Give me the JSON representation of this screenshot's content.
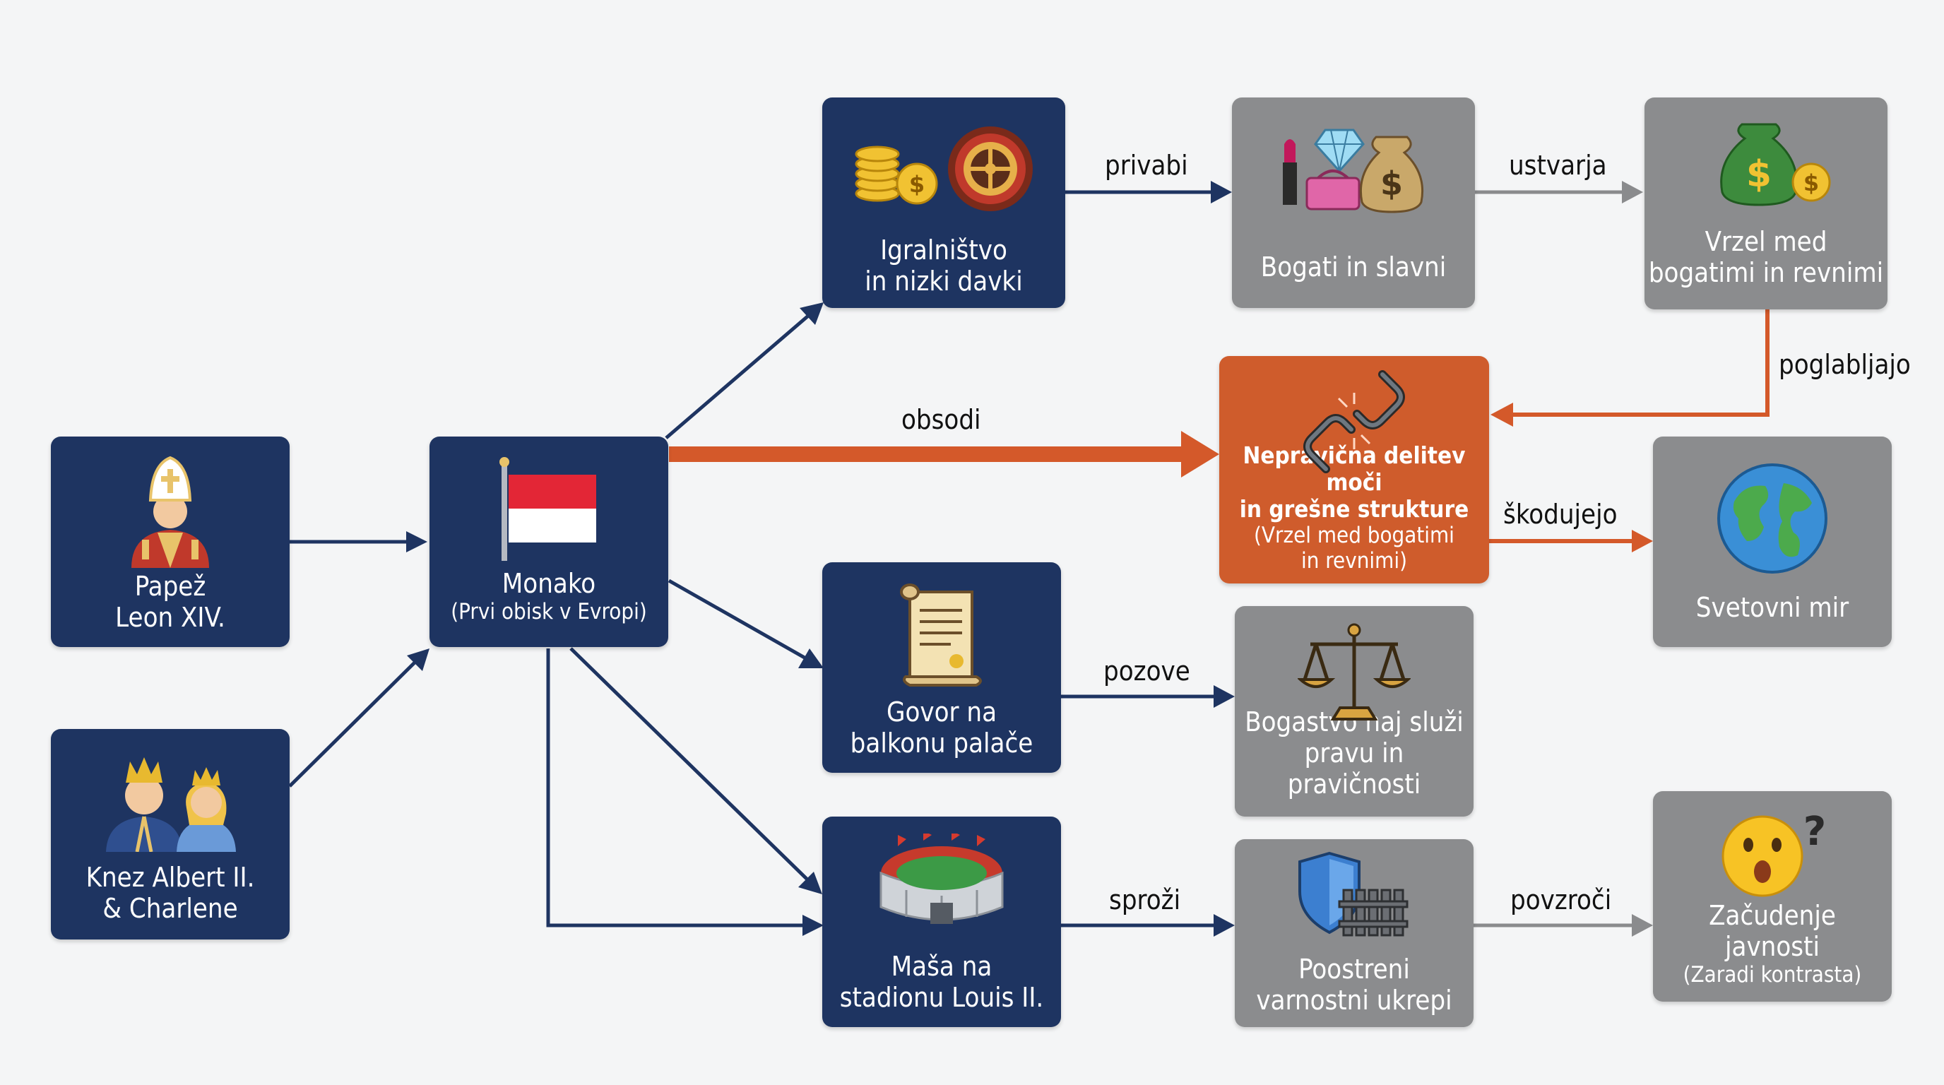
{
  "colors": {
    "navy": "#1e3461",
    "gray": "#8b8c8e",
    "orange": "#cf5c2c",
    "navy_arrow": "#1e3461",
    "gray_arrow": "#8a8b8d",
    "orange_arrow": "#d4592a"
  },
  "nodes": {
    "pope": {
      "label": "Papež\nLeon XIV.",
      "icon": "pope-icon"
    },
    "prince": {
      "label": "Knez Albert II.\n& Charlene",
      "icon": "royal-couple-icon"
    },
    "monaco": {
      "label": "Monako",
      "sub": "(Prvi obisk v Evropi)",
      "icon": "monaco-flag-icon"
    },
    "gambling": {
      "label": "Igralništvo\nin nizki davki",
      "icon": "casino-icon"
    },
    "speech": {
      "label": "Govor na\nbalkonu palače",
      "icon": "scroll-icon"
    },
    "mass": {
      "label": "Maša na\nstadionu Louis II.",
      "icon": "stadium-icon"
    },
    "rich": {
      "label": "Bogati in slavni",
      "icon": "luxury-icon"
    },
    "gap": {
      "label": "Vrzel med\nbogatimi in revnimi",
      "icon": "money-bag-icon"
    },
    "injustice": {
      "label": "Nepravična delitev moči\nin grešne strukture",
      "sub": "(Vrzel med bogatimi\nin revnimi)",
      "icon": "broken-chain-icon"
    },
    "peace": {
      "label": "Svetovni mir",
      "icon": "globe-icon"
    },
    "justice": {
      "label": "Bogastvo naj služi\npravu in pravičnosti",
      "icon": "scales-icon"
    },
    "security": {
      "label": "Poostreni\nvarnostni ukrepi",
      "icon": "shield-fence-icon"
    },
    "surprise": {
      "label": "Začudenje\njavnosti",
      "sub": "(Zaradi kontrasta)",
      "icon": "surprised-face-icon"
    }
  },
  "edges": {
    "privabi": "privabi",
    "ustvarja": "ustvarja",
    "poglabljajo": "poglabljajo",
    "obsodi": "obsodi",
    "skodujejo": "škodujejo",
    "pozove": "pozove",
    "sprozi": "sproži",
    "povzroci": "povzroči"
  }
}
